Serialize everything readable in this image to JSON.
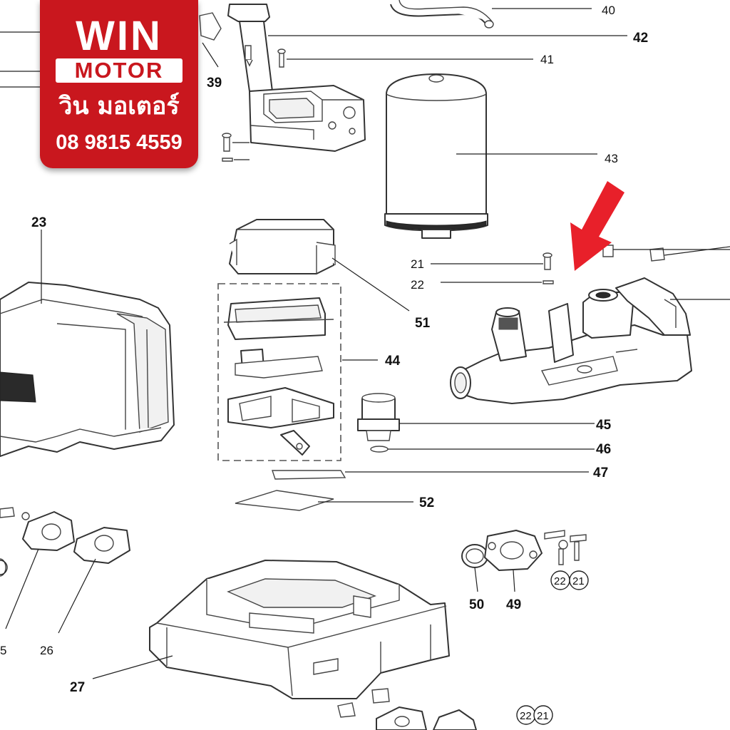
{
  "logo": {
    "brand_line1": "WIN",
    "brand_line2": "MOTOR",
    "thai_name": "วิน มอเตอร์",
    "phone": "08 9815 4559",
    "bg_color": "#c9171e"
  },
  "callouts": {
    "p40": "40",
    "p42": "42",
    "p41": "41",
    "p39": "39",
    "p43": "43",
    "p23": "23",
    "p21a": "21",
    "p22a": "22",
    "p51": "51",
    "p44": "44",
    "p45": "45",
    "p46": "46",
    "p47": "47",
    "p52": "52",
    "p50": "50",
    "p49": "49",
    "p22b": "22",
    "p21b": "21",
    "p25": "5",
    "p26": "26",
    "p27": "27",
    "p22c": "22",
    "p21c": "21"
  },
  "arrow": {
    "color": "#e8202a",
    "icon": "red-arrow-icon"
  }
}
